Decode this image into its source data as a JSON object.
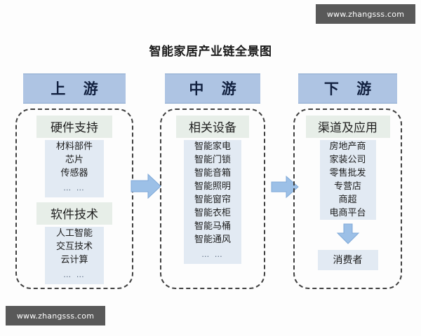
{
  "title": "智能家居产业链全景图",
  "watermarks": {
    "top_right": "www.zhangsss.com",
    "bottom_left": "www.zhangsss.com"
  },
  "colors": {
    "header_bg": "#aec4e3",
    "header_text": "#11203f",
    "group_title_bg": "#e7eee8",
    "item_bg": "#e2eaf3",
    "arrow": "#9cc0e7",
    "dashed_border": "#3f3f3f",
    "watermark_bg": "#595959"
  },
  "columns": [
    {
      "header": "上 游",
      "groups": [
        {
          "title": "硬件支持",
          "items": [
            "材料部件",
            "芯片",
            "传感器",
            "… …"
          ]
        },
        {
          "title": "软件技术",
          "items": [
            "人工智能",
            "交互技术",
            "云计算",
            "… …"
          ]
        }
      ]
    },
    {
      "header": "中 游",
      "groups": [
        {
          "title": "相关设备",
          "items": [
            "智能家电",
            "智能门锁",
            "智能音箱",
            "智能照明",
            "智能窗帘",
            "智能衣柜",
            "智能马桶",
            "智能通风",
            "… …"
          ]
        }
      ]
    },
    {
      "header": "下 游",
      "groups": [
        {
          "title": "渠道及应用",
          "items": [
            "房地产商",
            "家装公司",
            "零售批发",
            "专营店",
            "商超",
            "电商平台"
          ]
        }
      ],
      "terminal": {
        "arrow": "down-arrow",
        "label": "消费者"
      }
    }
  ],
  "connectors": [
    {
      "name": "upstream-to-midstream",
      "icon": "right-arrow"
    },
    {
      "name": "midstream-to-downstream",
      "icon": "right-arrow"
    }
  ]
}
